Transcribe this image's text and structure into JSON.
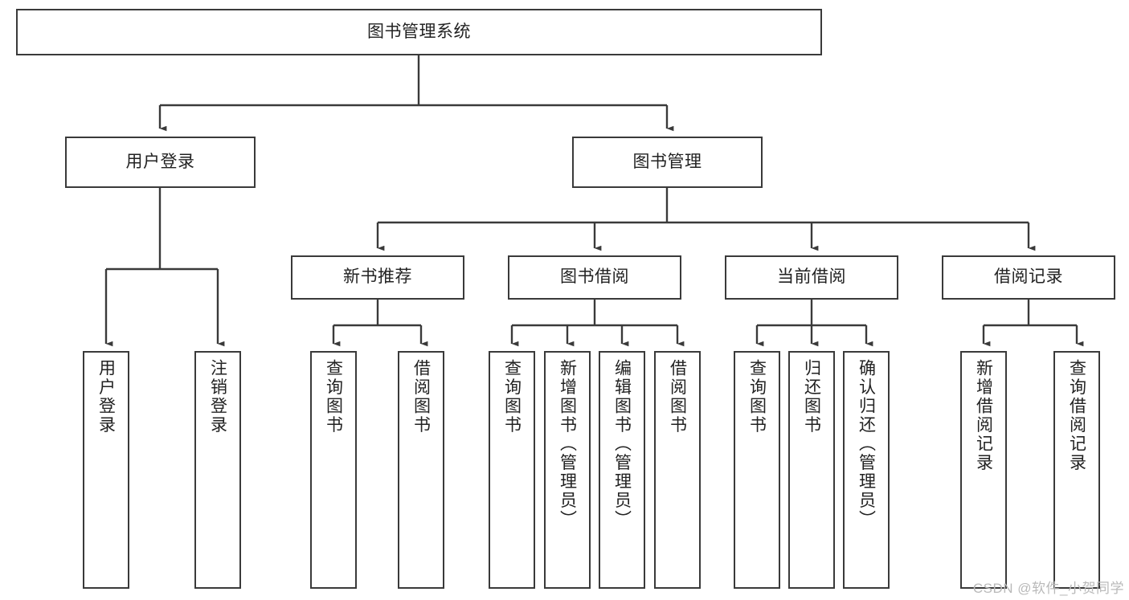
{
  "diagram": {
    "type": "tree-hierarchy",
    "title": "图书管理系统",
    "root": {
      "id": "root",
      "label": "图书管理系统"
    },
    "level2": [
      {
        "id": "user-login",
        "label": "用户登录"
      },
      {
        "id": "book-management",
        "label": "图书管理"
      }
    ],
    "level3": [
      {
        "id": "new-book-recommend",
        "label": "新书推荐",
        "parent": "book-management"
      },
      {
        "id": "book-borrow",
        "label": "图书借阅",
        "parent": "book-management"
      },
      {
        "id": "current-borrow",
        "label": "当前借阅",
        "parent": "book-management"
      },
      {
        "id": "borrow-record",
        "label": "借阅记录",
        "parent": "book-management"
      }
    ],
    "leaves": [
      {
        "id": "leaf-user-login",
        "label": "用户登录",
        "parent": "user-login"
      },
      {
        "id": "leaf-logout-login",
        "label": "注销登录",
        "parent": "user-login"
      },
      {
        "id": "leaf-query-book-1",
        "label": "查询图书",
        "parent": "new-book-recommend"
      },
      {
        "id": "leaf-borrow-book-1",
        "label": "借阅图书",
        "parent": "new-book-recommend"
      },
      {
        "id": "leaf-query-book-2",
        "label": "查询图书",
        "parent": "book-borrow"
      },
      {
        "id": "leaf-add-book",
        "label": "新增图书（管理员）",
        "parent": "book-borrow"
      },
      {
        "id": "leaf-edit-book",
        "label": "编辑图书（管理员）",
        "parent": "book-borrow"
      },
      {
        "id": "leaf-borrow-book-2",
        "label": "借阅图书",
        "parent": "book-borrow"
      },
      {
        "id": "leaf-query-book-3",
        "label": "查询图书",
        "parent": "current-borrow"
      },
      {
        "id": "leaf-return-book",
        "label": "归还图书",
        "parent": "current-borrow"
      },
      {
        "id": "leaf-confirm-return",
        "label": "确认归还（管理员）",
        "parent": "current-borrow"
      },
      {
        "id": "leaf-add-record",
        "label": "新增借阅记录",
        "parent": "borrow-record"
      },
      {
        "id": "leaf-query-record",
        "label": "查询借阅记录",
        "parent": "borrow-record"
      }
    ],
    "watermark": "CSDN @软件_小贺同学",
    "colors": {
      "stroke": "#3a3a3a",
      "fill": "#ffffff",
      "text": "#222222",
      "watermark": "#b9b9b9"
    }
  }
}
